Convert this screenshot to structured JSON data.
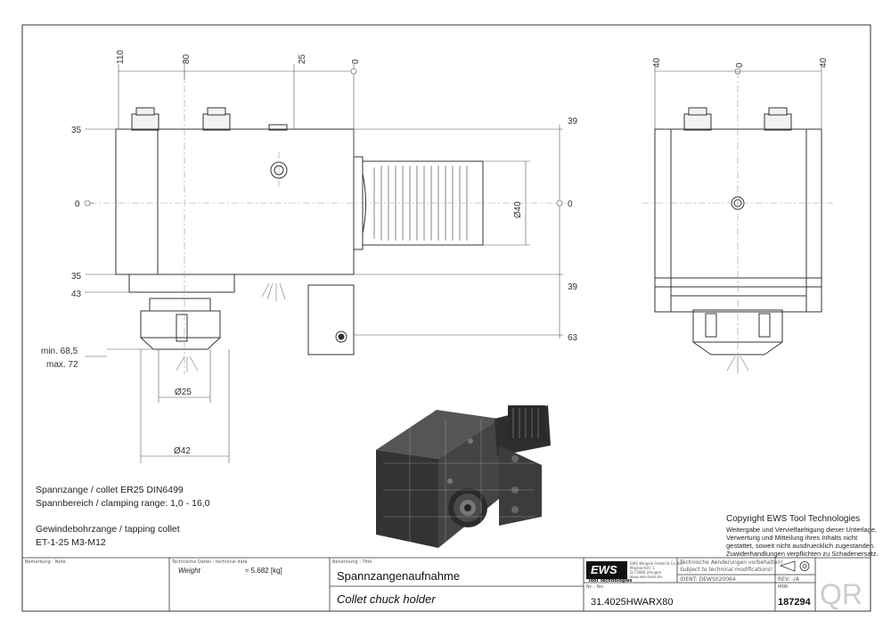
{
  "drawing": {
    "front_view": {
      "top_dims": [
        "110",
        "80",
        "25",
        "0"
      ],
      "left_dims": [
        "35",
        "0",
        "35",
        "43"
      ],
      "right_dims": [
        "39",
        "0",
        "39",
        "63"
      ],
      "min_label": "min. 68,5",
      "max_label": "max. 72",
      "bore_dia": "Ø40",
      "collet_dia": "Ø25",
      "body_dia": "Ø42"
    },
    "side_view": {
      "top_dims": [
        "40",
        "0",
        "40"
      ]
    },
    "specs": {
      "line1": "Spannzange / collet   ER25   DIN6499",
      "line2": "Spannbereich / clamping range: 1,0 - 16,0",
      "line3": "Gewindebohrzange / tapping collet",
      "line4": "ET-1-25   M3-M12"
    },
    "copyright": {
      "title": "Copyright EWS Tool Technologies",
      "lines": [
        "Weitergabe und Vervielfaeltigung dieser Unterlage,",
        "Verwertung und Mitteilung ihres Inhalts nicht",
        "gestattet, soweit nicht ausdruecklich zugestanden.",
        "Zuwiderhandlungen verpflichten zu Schadenersatz."
      ]
    }
  },
  "title_block": {
    "note_label": "Bemerkung - Note",
    "tech_label": "Technische Daten - technical data",
    "weight_label": "Weight",
    "weight_value": "≈  5.682 [kg]",
    "name_label": "Benennung - Title",
    "title_de": "Spannzangenaufnahme",
    "title_en": "Collet chuck holder",
    "logo_text": "EWS",
    "logo_sub": "Tool Technologies",
    "company_lines": [
      "EWS Weigele GmbH & Co. KG",
      "Maybachstr. 1",
      "D-73066 Uhingen",
      "www.ews-tools.de"
    ],
    "change_de": "Technische Aenderungen vorbehalten!",
    "change_en": "Subject to technical modifications!",
    "ident": "IDENT:  DEWS020064",
    "rev": "REV:  -/A",
    "nr_label": "Nr. - No.",
    "part_no": "31.4025HWARX80",
    "mnr_label": "MNR",
    "mnr": "187294",
    "stamp": "QR"
  }
}
